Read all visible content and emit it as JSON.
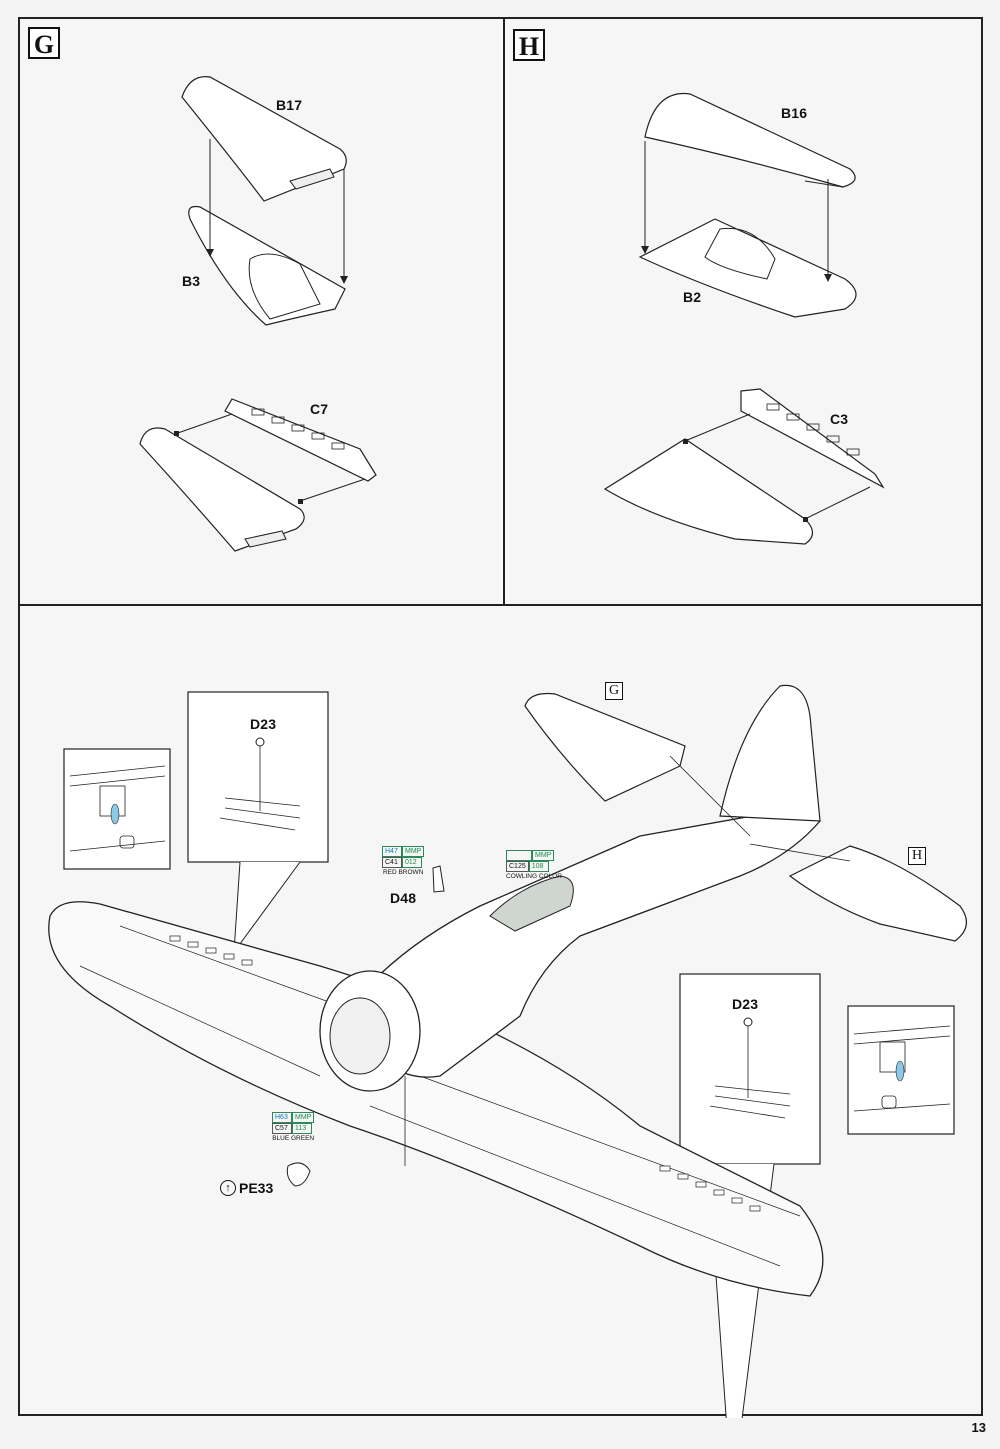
{
  "steps": {
    "g": "G",
    "h": "H"
  },
  "labels": {
    "b17": "B17",
    "b3": "B3",
    "c7": "C7",
    "b16": "B16",
    "b2": "B2",
    "c3": "C3",
    "d23_left": "D23",
    "d23_right": "D23",
    "d48": "D48"
  },
  "callouts": {
    "red_brown": {
      "h": "H47",
      "h_brand": "MMP",
      "c": "C41",
      "c_code": "012",
      "name": "RED BROWN"
    },
    "cowling": {
      "h_brand": "MMP",
      "c": "C125",
      "c_code": "108",
      "name": "COWLING COLOR"
    },
    "blue_green": {
      "h": "H63",
      "h_brand": "MMP",
      "c": "C57",
      "c_code": "113",
      "name": "BLUE GREEN"
    }
  },
  "photoetch": {
    "symbol": "↑",
    "label": "PE33"
  },
  "page_number": "13",
  "colors": {
    "line": "#222222",
    "clear_part": "#8cc8e8",
    "canopy": "#cfd6d0"
  }
}
